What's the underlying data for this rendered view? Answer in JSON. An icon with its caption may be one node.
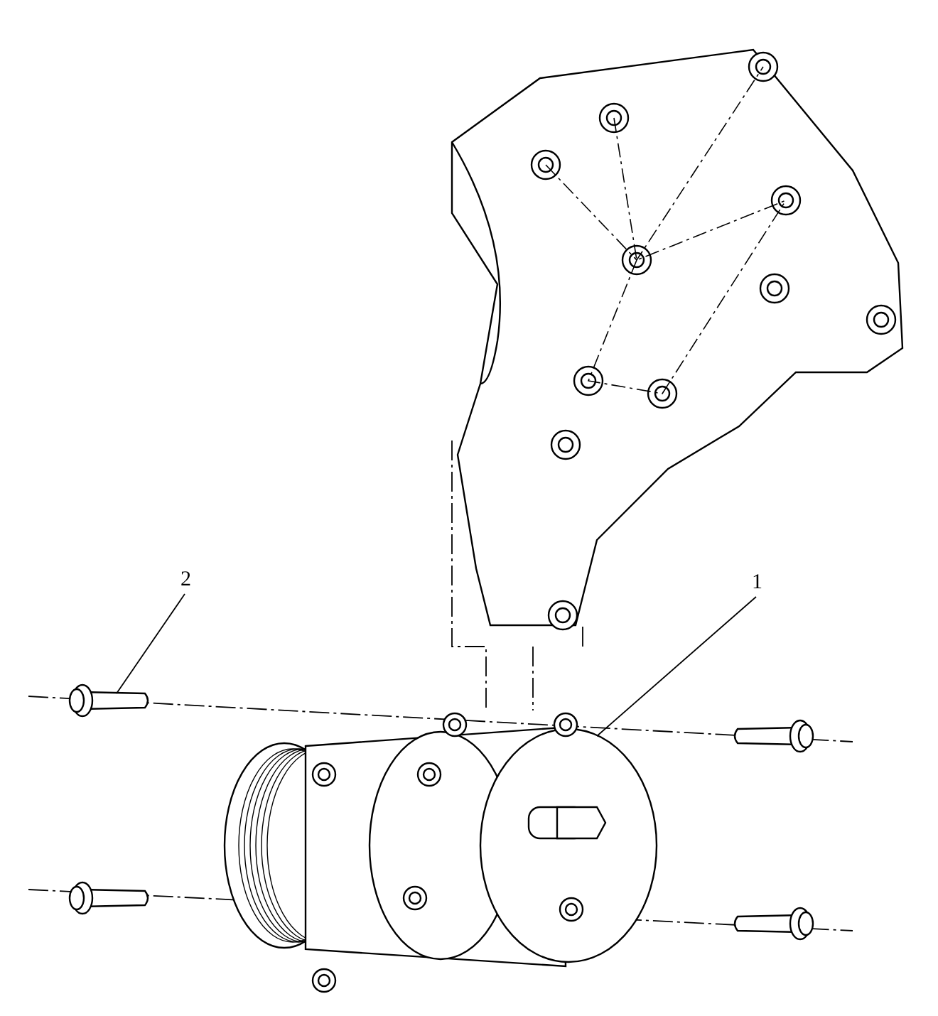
{
  "diagram": {
    "nodes": [
      {
        "text": [
          "2"
        ]
      },
      {
        "text": [],
        "shape": "picture"
      },
      {
        "text": [
          "1"
        ]
      },
      {
        "text": [],
        "shape": "picture"
      }
    ],
    "edges": [
      {
        "from": 0,
        "to": 1,
        "arrow": "none"
      },
      {
        "from": 2,
        "to": 3,
        "arrow": "none"
      }
    ]
  }
}
